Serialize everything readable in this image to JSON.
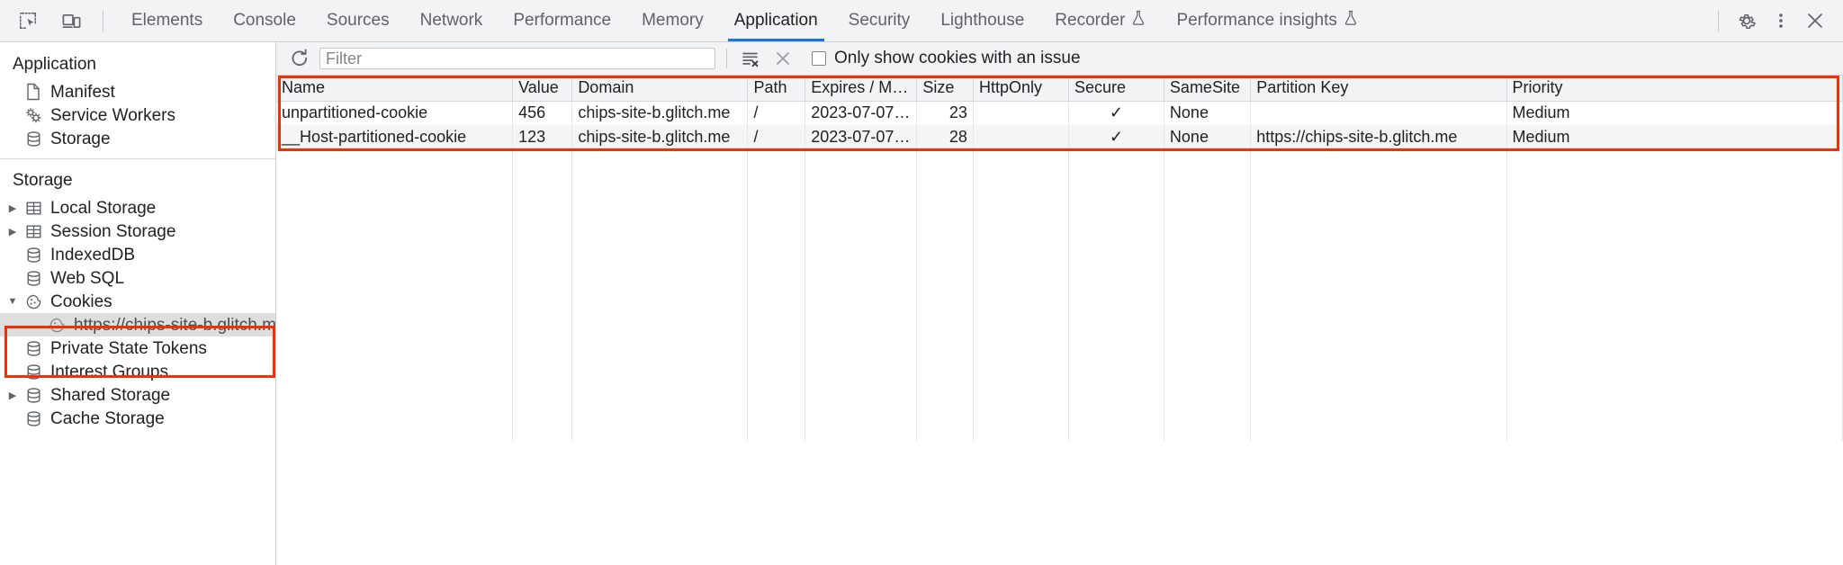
{
  "toolbar": {
    "inspect_icon": "inspect-element-icon",
    "device_icon": "device-toolbar-icon",
    "tabs": [
      {
        "label": "Elements",
        "active": false,
        "experimental": false
      },
      {
        "label": "Console",
        "active": false,
        "experimental": false
      },
      {
        "label": "Sources",
        "active": false,
        "experimental": false
      },
      {
        "label": "Network",
        "active": false,
        "experimental": false
      },
      {
        "label": "Performance",
        "active": false,
        "experimental": false
      },
      {
        "label": "Memory",
        "active": false,
        "experimental": false
      },
      {
        "label": "Application",
        "active": true,
        "experimental": false
      },
      {
        "label": "Security",
        "active": false,
        "experimental": false
      },
      {
        "label": "Lighthouse",
        "active": false,
        "experimental": false
      },
      {
        "label": "Recorder",
        "active": false,
        "experimental": true
      },
      {
        "label": "Performance insights",
        "active": false,
        "experimental": true
      }
    ],
    "settings_icon": "gear-icon",
    "more_icon": "kebab-menu-icon",
    "close_icon": "close-icon",
    "accent_color": "#1a73e8"
  },
  "sidebar": {
    "sections": [
      {
        "title": "Application",
        "items": [
          {
            "label": "Manifest",
            "icon": "document-icon",
            "indent": 1,
            "expander": "none",
            "selected": false
          },
          {
            "label": "Service Workers",
            "icon": "gears-icon",
            "indent": 1,
            "expander": "none",
            "selected": false
          },
          {
            "label": "Storage",
            "icon": "database-icon",
            "indent": 1,
            "expander": "none",
            "selected": false
          }
        ]
      },
      {
        "title": "Storage",
        "items": [
          {
            "label": "Local Storage",
            "icon": "table-icon",
            "indent": 1,
            "expander": "collapsed",
            "selected": false
          },
          {
            "label": "Session Storage",
            "icon": "table-icon",
            "indent": 1,
            "expander": "collapsed",
            "selected": false
          },
          {
            "label": "IndexedDB",
            "icon": "database-icon",
            "indent": 1,
            "expander": "none",
            "selected": false
          },
          {
            "label": "Web SQL",
            "icon": "database-icon",
            "indent": 1,
            "expander": "none",
            "selected": false
          },
          {
            "label": "Cookies",
            "icon": "cookie-icon",
            "indent": 1,
            "expander": "expanded",
            "selected": false
          },
          {
            "label": "https://chips-site-b.glitch.me",
            "icon": "cookie-icon",
            "indent": 2,
            "expander": "none",
            "selected": true
          },
          {
            "label": "Private State Tokens",
            "icon": "database-icon",
            "indent": 1,
            "expander": "none",
            "selected": false
          },
          {
            "label": "Interest Groups",
            "icon": "database-icon",
            "indent": 1,
            "expander": "none",
            "selected": false
          },
          {
            "label": "Shared Storage",
            "icon": "database-icon",
            "indent": 1,
            "expander": "collapsed",
            "selected": false
          },
          {
            "label": "Cache Storage",
            "icon": "database-icon",
            "indent": 1,
            "expander": "none",
            "selected": false
          }
        ]
      }
    ]
  },
  "panel": {
    "refresh_icon": "refresh-icon",
    "filter": {
      "placeholder": "Filter",
      "value": ""
    },
    "clear_filter_icon": "clear-filter-icon",
    "clear_all_icon": "clear-all-icon",
    "issue_checkbox": {
      "label": "Only show cookies with an issue",
      "checked": false
    }
  },
  "cookies_table": {
    "columns": [
      "Name",
      "Value",
      "Domain",
      "Path",
      "Expires / M…",
      "Size",
      "HttpOnly",
      "Secure",
      "SameSite",
      "Partition Key",
      "Priority"
    ],
    "rows": [
      {
        "name": "unpartitioned-cookie",
        "value": "456",
        "domain": "chips-site-b.glitch.me",
        "path": "/",
        "expires": "2023-07-07…",
        "size": "23",
        "http_only": "",
        "secure": "✓",
        "same_site": "None",
        "partition_key": "",
        "priority": "Medium"
      },
      {
        "name": "__Host-partitioned-cookie",
        "value": "123",
        "domain": "chips-site-b.glitch.me",
        "path": "/",
        "expires": "2023-07-07…",
        "size": "28",
        "http_only": "",
        "secure": "✓",
        "same_site": "None",
        "partition_key": "https://chips-site-b.glitch.me",
        "priority": "Medium"
      }
    ]
  },
  "annotations": {
    "highlight_color": "#f23005",
    "boxes": [
      "cookies-tree-highlight",
      "cookies-table-highlight"
    ]
  }
}
